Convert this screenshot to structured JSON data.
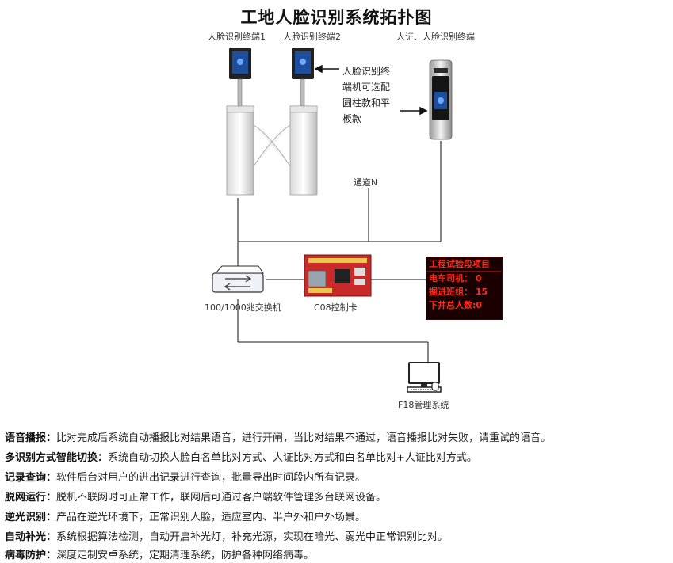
{
  "title": "工地人脸识别系统拓扑图",
  "devices": {
    "terminal1": "人脸识别终端1",
    "terminal2": "人脸识别终端2",
    "id_terminal": "人证、人脸识别终端",
    "channel": "通道N",
    "switch": "100/1000兆交换机",
    "controller": "C08控制卡",
    "management": "F18管理系统"
  },
  "note": [
    "人脸识别终",
    "端机可选配",
    "圆柱款和平",
    "板款"
  ],
  "led_board": {
    "header": "工程试验段项目",
    "lines": [
      "电车司机： 0",
      "掘进班组： 15",
      "下井总人数:0"
    ]
  },
  "features": [
    {
      "name": "语音播报：",
      "text": "比对完成后系统自动播报比对结果语音，进行开闸，当比对结果不通过，语音播报比对失败，请重试的语音。"
    },
    {
      "name": "多识别方式智能切换：",
      "text": "系统自动切换人脸白名单比对方式、人证比对方式和白名单比对+人证比对方式。"
    },
    {
      "name": "记录查询：",
      "text": "软件后台对用户的进出记录进行查询，批量导出时间段内所有记录。"
    },
    {
      "name": "脱网运行：",
      "text": "脱机不联网时可正常工作，联网后可通过客户端软件管理多台联网设备。"
    },
    {
      "name": "逆光识别：",
      "text": "产品在逆光环境下，正常识别人脸，适应室内、半户外和户外场景。"
    },
    {
      "name": "自动补光：",
      "text": "系统根据算法检测，自动开启补光灯，补充光源，实现在暗光、弱光中正常识别比对。"
    },
    {
      "name": "病毒防护：",
      "text": "深度定制安卓系统，定期清理系统，防护各种网络病毒。"
    }
  ]
}
